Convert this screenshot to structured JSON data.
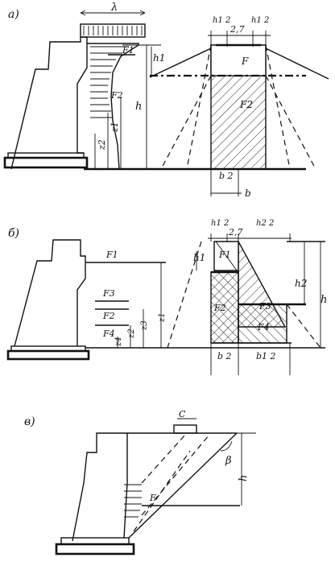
{
  "panel_a": {
    "label": "а)",
    "lambda": "λ",
    "f1": "F1",
    "f2": "F2",
    "h": "h",
    "z1": "z1",
    "z2": "z2",
    "h1_over2": "h1 2",
    "gap": "2,7",
    "h1b_over2": "h1 2",
    "h1": "h1",
    "F1": "F",
    "F2": "F2",
    "b_over2": "b 2",
    "b": "b"
  },
  "panel_b": {
    "label": "б)",
    "f1": "F1",
    "f3": "F3",
    "f2": "F2",
    "f4": "F4",
    "z1": "z1",
    "z2": "z2",
    "z3": "z3",
    "z4": "z4",
    "h1_over2": "h1 2",
    "gap": "2,7",
    "h2_over2": "h2 2",
    "h1": "h1",
    "h2": "h2",
    "h": "h",
    "F1": "F1",
    "F2": "F2",
    "F3": "F3",
    "F4": "F4",
    "b_over2": "b 2",
    "b1_over2": "b1 2"
  },
  "panel_c": {
    "label": "в)",
    "c": "C",
    "beta": "β",
    "h": "h",
    "f": "F"
  }
}
